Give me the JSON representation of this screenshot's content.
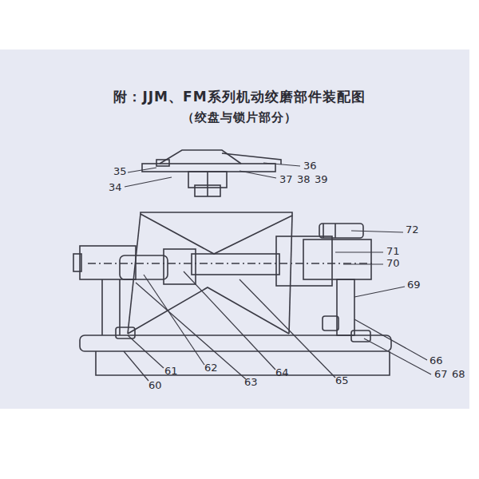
{
  "diagram": {
    "title": "附：JJM、FM系列机动绞磨部件装配图",
    "labels": [
      "（绞盘与锁片部分）",
      "35",
      "34",
      "36",
      "37",
      "38",
      "39",
      "72",
      "71",
      "70",
      "69",
      "66",
      "67",
      "68",
      "60",
      "61",
      "62",
      "63",
      "64",
      "65"
    ]
  }
}
